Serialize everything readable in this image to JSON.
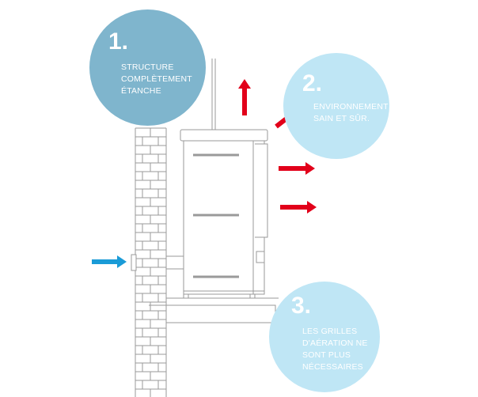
{
  "colors": {
    "dark_blue": "#7fb5cd",
    "light_blue": "#bfe6f5",
    "arrow_red": "#e2001a",
    "arrow_blue": "#1a9bd7",
    "line_gray": "#9a9a9a"
  },
  "bubbles": [
    {
      "number": "1.",
      "text": "STRUCTURE\nCOMPLÈTEMENT\nÉTANCHE"
    },
    {
      "number": "2.",
      "text": "ENVIRONNEMENT\nSAIN ET SÛR."
    },
    {
      "number": "3.",
      "text": "LES GRILLES\nD'AÉRATION NE\nSONT PLUS\nNÉCESSAIRES"
    }
  ],
  "icons": {
    "arrows_out": "red-arrow-icon",
    "arrow_in": "blue-arrow-icon"
  }
}
